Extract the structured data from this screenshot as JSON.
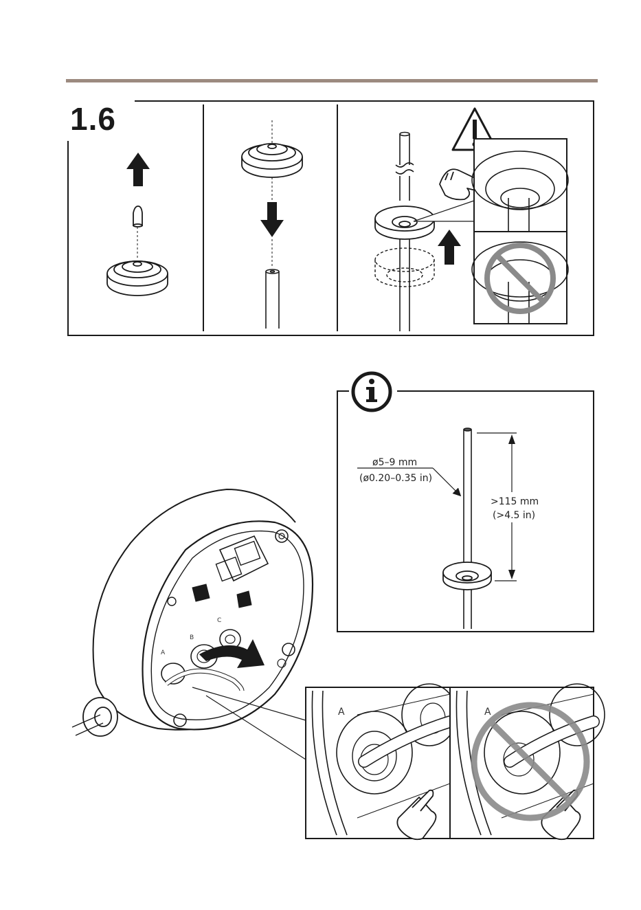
{
  "step": {
    "number": "1.6"
  },
  "info_panel": {
    "diameter_mm": "ø5–9 mm",
    "diameter_in": "(ø0.20–0.35 in)",
    "length_mm": ">115 mm",
    "length_in": "(>4.5 in)"
  },
  "housing": {
    "port_labels": [
      "A",
      "B",
      "C"
    ]
  },
  "detail_panels": {
    "left_label": "A",
    "right_label": "A"
  },
  "colors": {
    "rule": "#9c8a7f",
    "line": "#1a1a1a",
    "prohibited": "#8a8a8a"
  }
}
